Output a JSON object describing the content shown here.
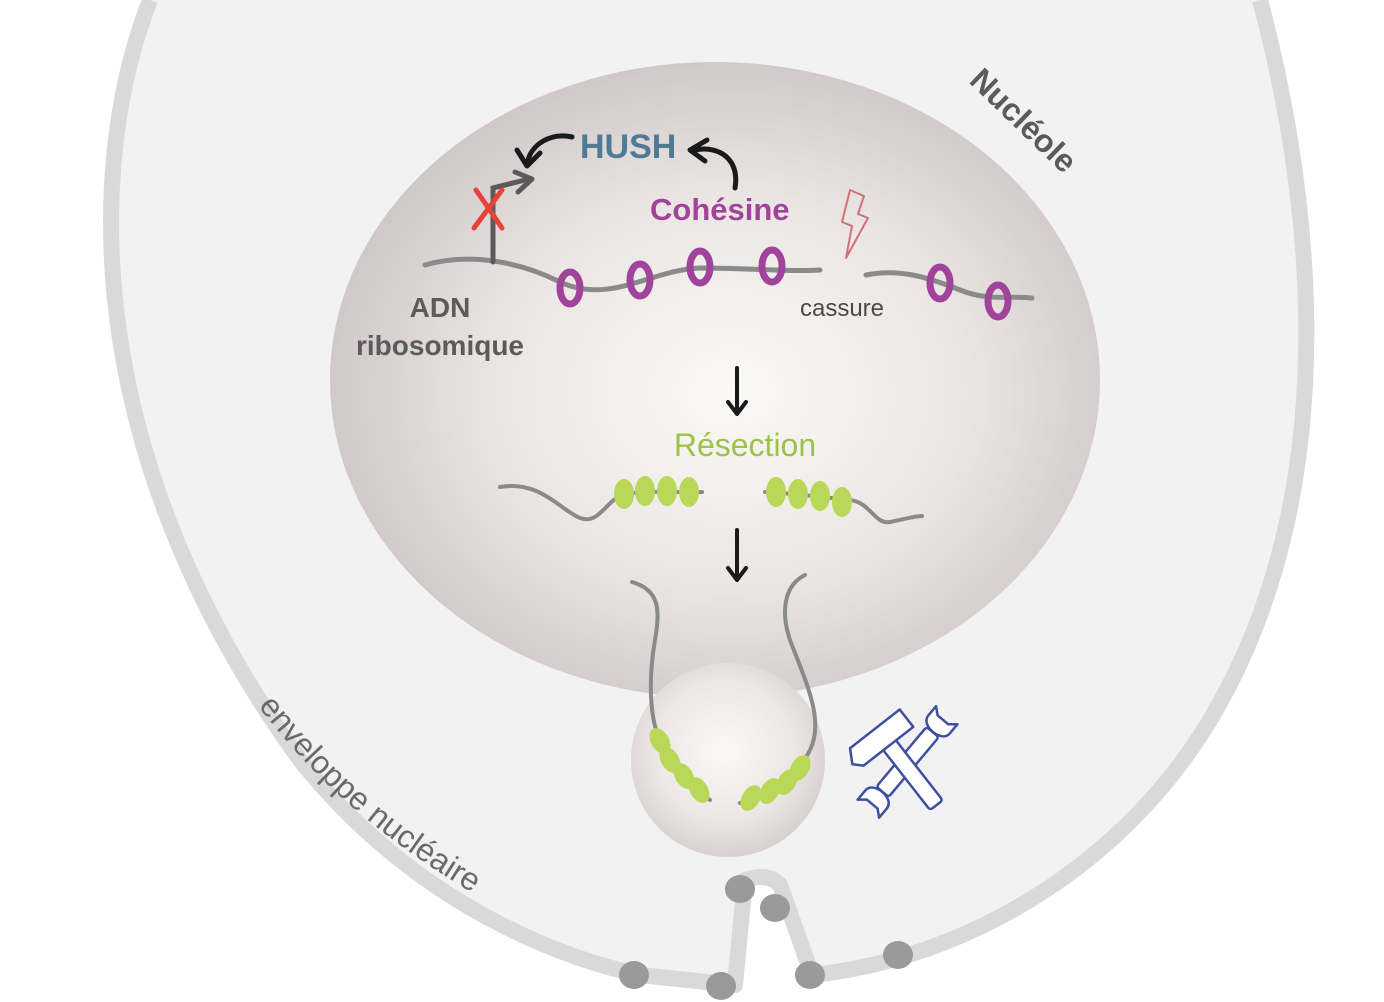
{
  "labels": {
    "nucleolus": "Nucléole",
    "hush": "HUSH",
    "cohesin": "Cohésine",
    "rdna_line1": "ADN",
    "rdna_line2": "ribosomique",
    "break": "cassure",
    "resection": "Résection",
    "envelope": "enveloppe nucléaire"
  },
  "icons": [
    "transcription-arrow-icon",
    "blocked-cross-icon",
    "lightning-icon",
    "arrow-down-icon",
    "repair-tools-icon"
  ],
  "colors": {
    "background": "#f2f2f2",
    "envelope_line": "#d9d9d9",
    "nucleolus_center": "#f8f6f3",
    "nucleolus_edge": "#cfc6c8",
    "dna": "#8a8a8a",
    "cohesin": "#a0449b",
    "hush": "#4f7a95",
    "resection": "#9dc24a",
    "protein_green": "#b9d858",
    "cross": "#e8413a",
    "tools": "#3f4fa0",
    "nuclear_pore": "#9a9a9a"
  }
}
